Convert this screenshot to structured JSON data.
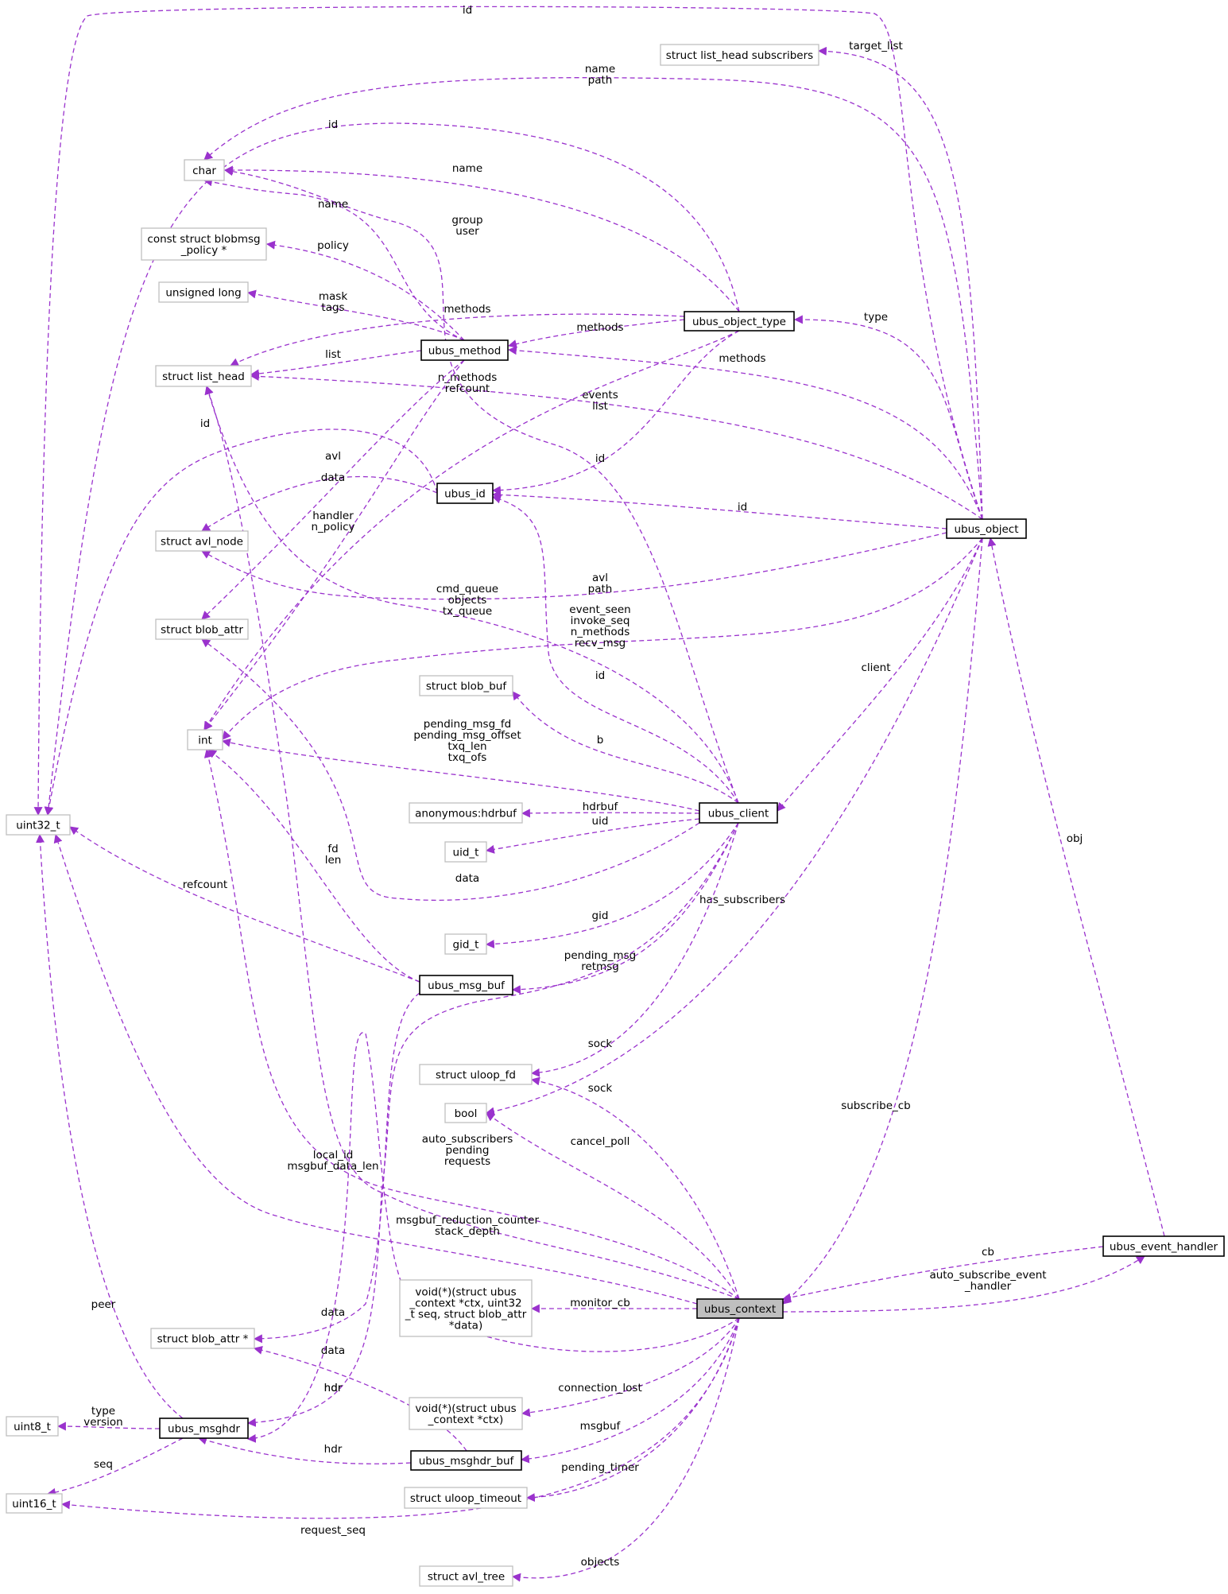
{
  "colors": {
    "edge": "#9a32cd",
    "grey_border": "#bfbfbf",
    "focus_fill": "#bfbfbf"
  },
  "nodes": [
    {
      "id": "uint32_t",
      "lines": [
        "uint32_t"
      ],
      "style": "grey"
    },
    {
      "id": "uint16_t",
      "lines": [
        "uint16_t"
      ],
      "style": "grey"
    },
    {
      "id": "uint8_t",
      "lines": [
        "uint8_t"
      ],
      "style": "grey"
    },
    {
      "id": "char",
      "lines": [
        "char"
      ],
      "style": "grey"
    },
    {
      "id": "policy_t",
      "lines": [
        "const struct blobmsg",
        "_policy *"
      ],
      "style": "grey"
    },
    {
      "id": "ulong",
      "lines": [
        "unsigned long"
      ],
      "style": "grey"
    },
    {
      "id": "list_head",
      "lines": [
        "struct list_head"
      ],
      "style": "grey"
    },
    {
      "id": "avl_node",
      "lines": [
        "struct avl_node"
      ],
      "style": "grey"
    },
    {
      "id": "blob_attr",
      "lines": [
        "struct blob_attr"
      ],
      "style": "grey"
    },
    {
      "id": "int",
      "lines": [
        "int"
      ],
      "style": "grey"
    },
    {
      "id": "blob_attr_ptr",
      "lines": [
        "struct blob_attr *"
      ],
      "style": "grey"
    },
    {
      "id": "list_head_subs",
      "lines": [
        "struct list_head subscribers"
      ],
      "style": "grey"
    },
    {
      "id": "blob_buf",
      "lines": [
        "struct blob_buf"
      ],
      "style": "grey"
    },
    {
      "id": "hdrbuf",
      "lines": [
        "anonymous:hdrbuf"
      ],
      "style": "grey"
    },
    {
      "id": "uid_t",
      "lines": [
        "uid_t"
      ],
      "style": "grey"
    },
    {
      "id": "gid_t",
      "lines": [
        "gid_t"
      ],
      "style": "grey"
    },
    {
      "id": "uloop_fd",
      "lines": [
        "struct uloop_fd"
      ],
      "style": "grey"
    },
    {
      "id": "bool",
      "lines": [
        "bool"
      ],
      "style": "grey"
    },
    {
      "id": "monitor_fn",
      "lines": [
        "void(*)(struct ubus",
        "_context *ctx, uint32",
        "_t seq, struct blob_attr",
        "*data)"
      ],
      "style": "grey"
    },
    {
      "id": "conn_fn",
      "lines": [
        "void(*)(struct ubus",
        "_context *ctx)"
      ],
      "style": "grey"
    },
    {
      "id": "uloop_timeout",
      "lines": [
        "struct uloop_timeout"
      ],
      "style": "grey"
    },
    {
      "id": "avl_tree",
      "lines": [
        "struct avl_tree"
      ],
      "style": "grey"
    },
    {
      "id": "ubus_method",
      "lines": [
        "ubus_method"
      ],
      "style": "dark"
    },
    {
      "id": "ubus_object_type",
      "lines": [
        "ubus_object_type"
      ],
      "style": "dark"
    },
    {
      "id": "ubus_id",
      "lines": [
        "ubus_id"
      ],
      "style": "dark"
    },
    {
      "id": "ubus_object",
      "lines": [
        "ubus_object"
      ],
      "style": "dark"
    },
    {
      "id": "ubus_client",
      "lines": [
        "ubus_client"
      ],
      "style": "dark"
    },
    {
      "id": "ubus_msg_buf",
      "lines": [
        "ubus_msg_buf"
      ],
      "style": "dark"
    },
    {
      "id": "ubus_msghdr",
      "lines": [
        "ubus_msghdr"
      ],
      "style": "dark"
    },
    {
      "id": "ubus_msghdr_buf",
      "lines": [
        "ubus_msghdr_buf"
      ],
      "style": "dark"
    },
    {
      "id": "ubus_event_handler",
      "lines": [
        "ubus_event_handler"
      ],
      "style": "dark"
    },
    {
      "id": "ubus_context",
      "lines": [
        "ubus_context"
      ],
      "style": "focus"
    }
  ],
  "edges": [
    {
      "id": "e01",
      "from": "ubus_object",
      "to": "uint32_t",
      "labels": [
        "id"
      ]
    },
    {
      "id": "e02",
      "from": "ubus_object",
      "to": "list_head_subs",
      "labels": [
        "target_list"
      ]
    },
    {
      "id": "e03",
      "from": "ubus_object",
      "to": "char",
      "labels": [
        "name",
        "path"
      ]
    },
    {
      "id": "e04",
      "from": "ubus_object_type",
      "to": "uint32_t",
      "labels": [
        "id"
      ]
    },
    {
      "id": "e05",
      "from": "ubus_object_type",
      "to": "char",
      "labels": [
        "name"
      ]
    },
    {
      "id": "e06",
      "from": "ubus_client",
      "to": "char",
      "labels": [
        "group",
        "user"
      ]
    },
    {
      "id": "e07",
      "from": "ubus_method",
      "to": "char",
      "labels": [
        "name"
      ]
    },
    {
      "id": "e08",
      "from": "ubus_method",
      "to": "policy_t",
      "labels": [
        "policy"
      ]
    },
    {
      "id": "e09",
      "from": "ubus_method",
      "to": "ulong",
      "labels": [
        "mask",
        "tags"
      ]
    },
    {
      "id": "e10",
      "from": "ubus_object_type",
      "to": "list_head",
      "labels": [
        "methods"
      ]
    },
    {
      "id": "e11",
      "from": "ubus_object_type",
      "to": "ubus_method",
      "labels": [
        "methods"
      ]
    },
    {
      "id": "e12",
      "from": "ubus_object",
      "to": "ubus_object_type",
      "labels": [
        "type"
      ]
    },
    {
      "id": "e13",
      "from": "ubus_method",
      "to": "list_head",
      "labels": [
        "list"
      ]
    },
    {
      "id": "e14",
      "from": "ubus_object",
      "to": "ubus_method",
      "labels": [
        "methods"
      ]
    },
    {
      "id": "e15",
      "from": "ubus_object",
      "to": "list_head",
      "labels": [
        "events",
        "list"
      ]
    },
    {
      "id": "e16",
      "from": "ubus_object_type",
      "to": "int",
      "labels": [
        "n_methods",
        "refcount"
      ]
    },
    {
      "id": "e17",
      "from": "ubus_id",
      "to": "uint32_t",
      "labels": [
        "id"
      ]
    },
    {
      "id": "e18",
      "from": "ubus_id",
      "to": "avl_node",
      "labels": [
        "avl"
      ]
    },
    {
      "id": "e19",
      "from": "ubus_method",
      "to": "blob_attr",
      "labels": [
        "data"
      ]
    },
    {
      "id": "e20",
      "from": "ubus_object_type",
      "to": "ubus_id",
      "labels": [
        "id"
      ]
    },
    {
      "id": "e21",
      "from": "ubus_object",
      "to": "ubus_id",
      "labels": [
        "id"
      ]
    },
    {
      "id": "e22",
      "from": "ubus_method",
      "to": "int",
      "labels": [
        "handler",
        "n_policy"
      ]
    },
    {
      "id": "e23",
      "from": "ubus_object",
      "to": "avl_node",
      "labels": [
        "avl",
        "path"
      ]
    },
    {
      "id": "e24",
      "from": "ubus_client",
      "to": "list_head",
      "labels": [
        "cmd_queue",
        "objects",
        "tx_queue"
      ]
    },
    {
      "id": "e25",
      "from": "ubus_object",
      "to": "int",
      "labels": [
        "event_seen",
        "invoke_seq",
        "n_methods",
        "recv_msg"
      ]
    },
    {
      "id": "e26",
      "from": "ubus_client",
      "to": "ubus_id",
      "labels": [
        "id"
      ]
    },
    {
      "id": "e27",
      "from": "ubus_object",
      "to": "ubus_client",
      "labels": [
        "client"
      ]
    },
    {
      "id": "e28",
      "from": "ubus_client",
      "to": "int",
      "labels": [
        "pending_msg_fd",
        "pending_msg_offset",
        "txq_len",
        "txq_ofs"
      ]
    },
    {
      "id": "e29",
      "from": "ubus_client",
      "to": "blob_buf",
      "labels": [
        "b"
      ]
    },
    {
      "id": "e30",
      "from": "ubus_client",
      "to": "hdrbuf",
      "labels": [
        "hdrbuf"
      ]
    },
    {
      "id": "e31",
      "from": "ubus_client",
      "to": "uid_t",
      "labels": [
        "uid"
      ]
    },
    {
      "id": "e32",
      "from": "ubus_client",
      "to": "blob_attr",
      "labels": [
        "data"
      ]
    },
    {
      "id": "e33",
      "from": "ubus_msg_buf",
      "to": "int",
      "labels": [
        "fd",
        "len"
      ]
    },
    {
      "id": "e34",
      "from": "ubus_msg_buf",
      "to": "uint32_t",
      "labels": [
        "refcount"
      ]
    },
    {
      "id": "e35",
      "from": "ubus_client",
      "to": "gid_t",
      "labels": [
        "gid"
      ]
    },
    {
      "id": "e36",
      "from": "ubus_client",
      "to": "ubus_msg_buf",
      "labels": [
        "pending_msg",
        "retmsg"
      ]
    },
    {
      "id": "e37",
      "from": "ubus_object",
      "to": "bool",
      "labels": [
        "has_subscribers"
      ]
    },
    {
      "id": "e38",
      "from": "ubus_object",
      "to": "ubus_context",
      "labels": [
        "subscribe_cb"
      ]
    },
    {
      "id": "e39",
      "from": "ubus_event_handler",
      "to": "ubus_object",
      "labels": [
        "obj"
      ]
    },
    {
      "id": "e40",
      "from": "ubus_client",
      "to": "uloop_fd",
      "labels": [
        "sock"
      ]
    },
    {
      "id": "e41",
      "from": "ubus_context",
      "to": "uloop_fd",
      "labels": [
        "sock"
      ]
    },
    {
      "id": "e42",
      "from": "ubus_context",
      "to": "bool",
      "labels": [
        "cancel_poll"
      ]
    },
    {
      "id": "e43",
      "from": "ubus_context",
      "to": "int",
      "labels": [
        "auto_subscribers",
        "pending",
        "requests"
      ]
    },
    {
      "id": "e44",
      "from": "ubus_context",
      "to": "uint32_t",
      "labels": [
        "local_id",
        "msgbuf_data_len"
      ]
    },
    {
      "id": "e45",
      "from": "ubus_context",
      "to": "list_head",
      "labels": [
        "msgbuf_reduction_counter",
        "stack_depth"
      ]
    },
    {
      "id": "e46",
      "from": "ubus_event_handler",
      "to": "ubus_context",
      "labels": [
        "cb"
      ]
    },
    {
      "id": "e47",
      "from": "ubus_context",
      "to": "ubus_event_handler",
      "labels": [
        "auto_subscribe_event",
        "_handler"
      ]
    },
    {
      "id": "e48",
      "from": "ubus_context",
      "to": "monitor_fn",
      "labels": [
        "monitor_cb"
      ]
    },
    {
      "id": "e49",
      "from": "ubus_msg_buf",
      "to": "blob_attr_ptr",
      "labels": [
        "data"
      ]
    },
    {
      "id": "e50",
      "from": "ubus_client",
      "to": "ubus_msghdr",
      "labels": [
        "hdr"
      ]
    },
    {
      "id": "e51",
      "from": "ubus_msghdr_buf",
      "to": "blob_attr_ptr",
      "labels": [
        "data"
      ]
    },
    {
      "id": "e52",
      "from": "ubus_msghdr",
      "to": "uint32_t",
      "labels": [
        "peer"
      ]
    },
    {
      "id": "e53",
      "from": "ubus_context",
      "to": "ubus_msghdr",
      "labels": [
        "hdr"
      ]
    },
    {
      "id": "e54",
      "from": "ubus_context",
      "to": "conn_fn",
      "labels": [
        "connection_lost"
      ]
    },
    {
      "id": "e55",
      "from": "ubus_msghdr",
      "to": "uint8_t",
      "labels": [
        "type",
        "version"
      ]
    },
    {
      "id": "e56",
      "from": "ubus_context",
      "to": "ubus_msghdr_buf",
      "labels": [
        "msgbuf"
      ]
    },
    {
      "id": "e57",
      "from": "ubus_msghdr",
      "to": "uint16_t",
      "labels": [
        "seq"
      ]
    },
    {
      "id": "e58",
      "from": "ubus_msghdr_buf",
      "to": "ubus_msghdr",
      "labels": [
        "hdr"
      ]
    },
    {
      "id": "e59",
      "from": "ubus_context",
      "to": "uloop_timeout",
      "labels": [
        "pending_timer"
      ]
    },
    {
      "id": "e60",
      "from": "ubus_context",
      "to": "uint16_t",
      "labels": [
        "request_seq"
      ]
    },
    {
      "id": "e61",
      "from": "ubus_context",
      "to": "avl_tree",
      "labels": [
        "objects"
      ]
    }
  ]
}
